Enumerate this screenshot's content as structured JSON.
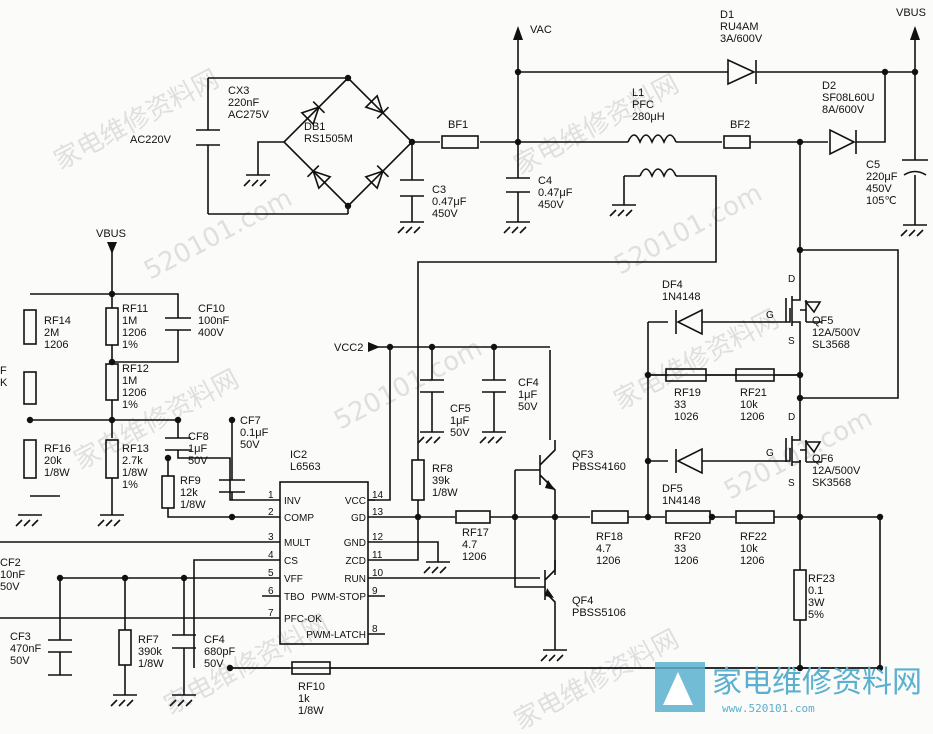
{
  "watermark": {
    "text_cn": "家电维修资料网",
    "text_url": "520101.com",
    "logo_cn": "家电维修资料网",
    "logo_url": "www.520101.com"
  },
  "nets": {
    "vbus_top": "VBUS",
    "vac": "VAC",
    "vbus_left": "VBUS",
    "vcc2": "VCC2",
    "ac_in": "AC220V"
  },
  "parts": {
    "cx3": [
      "CX3",
      "220nF",
      "AC275V"
    ],
    "db1": [
      "DB1",
      "RS1505M"
    ],
    "bf1": [
      "BF1"
    ],
    "c3": [
      "C3",
      "0.47μF",
      "450V"
    ],
    "c4": [
      "C4",
      "0.47μF",
      "450V"
    ],
    "l1": [
      "L1",
      "PFC",
      "280μH"
    ],
    "bf2": [
      "BF2"
    ],
    "d1": [
      "D1",
      "RU4AM",
      "3A/600V"
    ],
    "d2": [
      "D2",
      "SF08L60U",
      "8A/600V"
    ],
    "c5": [
      "C5",
      "220μF",
      "450V",
      "105℃"
    ],
    "rf11": [
      "RF11",
      "1M",
      "1206",
      "1%"
    ],
    "cf10": [
      "CF10",
      "100nF",
      "400V"
    ],
    "rf12": [
      "RF12",
      "1M",
      "1206",
      "1%"
    ],
    "rf13": [
      "RF13",
      "2.7k",
      "1/8W",
      "1%"
    ],
    "cf8": [
      "CF8",
      "1μF",
      "50V"
    ],
    "cf7": [
      "CF7",
      "0.1μF",
      "50V"
    ],
    "rf9": [
      "RF9",
      "12k",
      "1/8W"
    ],
    "rf14": [
      "RF14",
      "2M",
      "1206"
    ],
    "rf15_part": [
      "F",
      "K"
    ],
    "rf16": [
      "RF16",
      "20k",
      "1/8W"
    ],
    "ic2": [
      "IC2",
      "L6563"
    ],
    "cf5": [
      "CF5",
      "1μF",
      "50V"
    ],
    "cf4_top": [
      "CF4",
      "1μF",
      "50V"
    ],
    "rf8": [
      "RF8",
      "39k",
      "1/8W"
    ],
    "rf17": [
      "RF17",
      "4.7",
      "1206"
    ],
    "qf3": [
      "QF3",
      "PBSS4160"
    ],
    "qf4": [
      "QF4",
      "PBSS5106"
    ],
    "rf18": [
      "RF18",
      "4.7",
      "1206"
    ],
    "df4": [
      "DF4",
      "1N4148"
    ],
    "df5": [
      "DF5",
      "1N4148"
    ],
    "rf19": [
      "RF19",
      "33",
      "1026"
    ],
    "rf21": [
      "RF21",
      "10k",
      "1206"
    ],
    "rf20": [
      "RF20",
      "33",
      "1206"
    ],
    "rf22": [
      "RF22",
      "10k",
      "1206"
    ],
    "qf5": [
      "QF5",
      "12A/500V",
      "SL3568"
    ],
    "qf6": [
      "QF6",
      "12A/500V",
      "SK3568"
    ],
    "rf23": [
      "RF23",
      "0.1",
      "3W",
      "5%"
    ],
    "cf2": [
      "CF2",
      "10nF",
      "50V"
    ],
    "cf3": [
      "CF3",
      "470nF",
      "50V"
    ],
    "rf7": [
      "RF7",
      "390k",
      "1/8W"
    ],
    "cf4_bot": [
      "CF4",
      "680pF",
      "50V"
    ],
    "rf10": [
      "RF10",
      "1k",
      "1/8W"
    ]
  },
  "ic_pins_left": [
    {
      "num": "1",
      "name": "INV"
    },
    {
      "num": "2",
      "name": "COMP"
    },
    {
      "num": "3",
      "name": "MULT"
    },
    {
      "num": "4",
      "name": "CS"
    },
    {
      "num": "5",
      "name": "VFF"
    },
    {
      "num": "6",
      "name": "TBO"
    },
    {
      "num": "7",
      "name": "PFC-OK"
    }
  ],
  "ic_pins_right": [
    {
      "num": "14",
      "name": "VCC"
    },
    {
      "num": "13",
      "name": "GD"
    },
    {
      "num": "12",
      "name": "GND"
    },
    {
      "num": "11",
      "name": "ZCD"
    },
    {
      "num": "10",
      "name": "RUN"
    },
    {
      "num": "9",
      "name": "PWM-STOP"
    },
    {
      "num": "8",
      "name": "PWM-LATCH"
    }
  ],
  "mosfet_pins": {
    "d": "D",
    "g": "G",
    "s": "S"
  }
}
